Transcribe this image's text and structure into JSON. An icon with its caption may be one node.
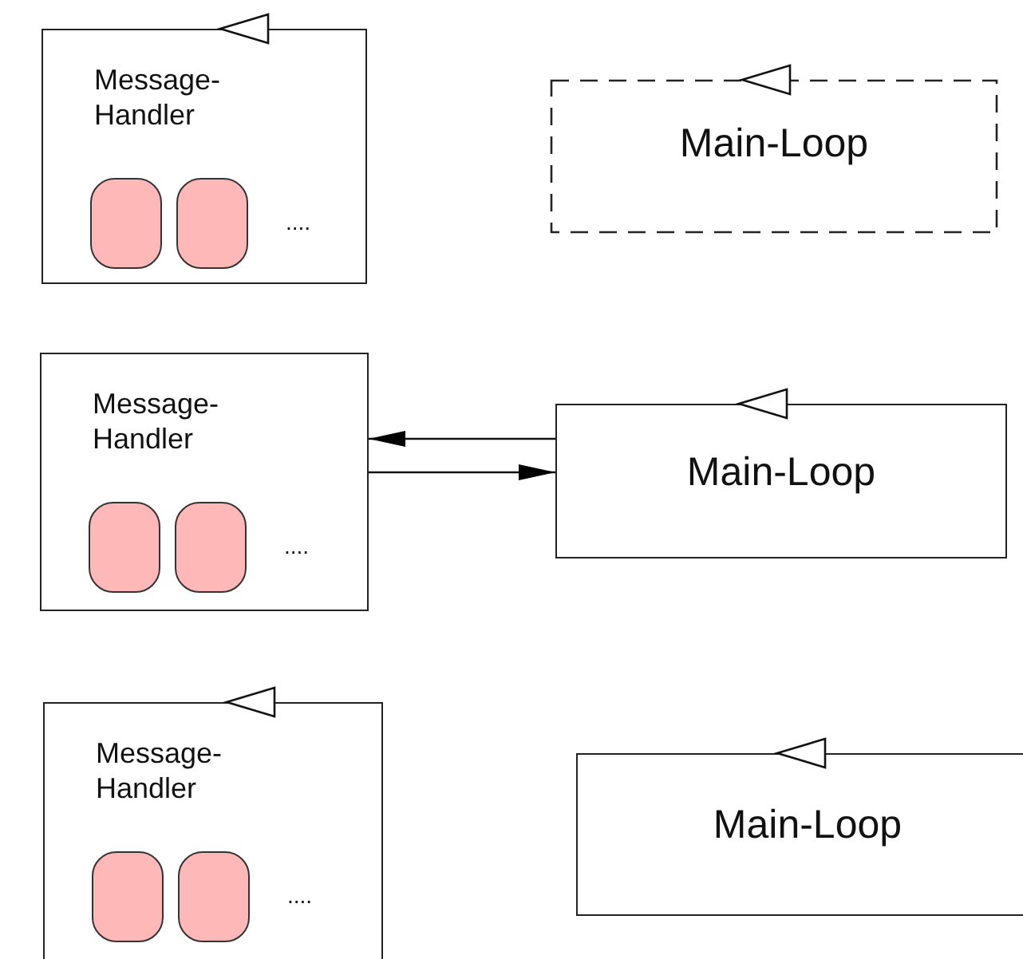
{
  "diagram": {
    "nodes": [
      {
        "text": [
          "Message- Handler",
          "...."
        ]
      },
      {
        "text": [
          "Main-Loop"
        ]
      },
      {
        "text": [
          "Message- Handler",
          "...."
        ]
      },
      {
        "text": [
          "Main-Loop"
        ]
      },
      {
        "text": [
          "Message- Handler",
          "...."
        ]
      },
      {
        "text": [
          "Main-Loop"
        ]
      }
    ],
    "edges": [
      {
        "from": 3,
        "to": 2,
        "arrow": "to"
      },
      {
        "from": 2,
        "to": 3,
        "arrow": "to"
      }
    ]
  }
}
